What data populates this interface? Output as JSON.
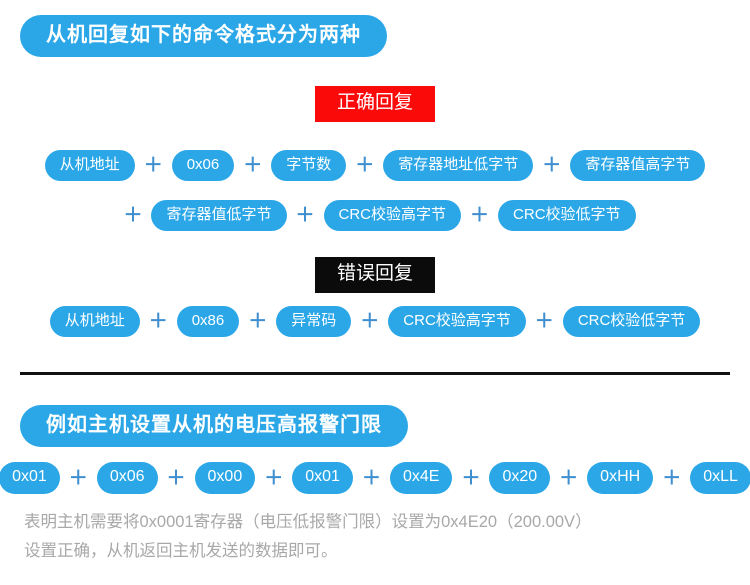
{
  "theme": {
    "accent_blue": "#2ba7e8",
    "ok_red": "#fb0a0a",
    "err_black": "#0b0b0b",
    "note_gray": "#a8a8a8",
    "plus_blue": "#3f8fd0",
    "background": "#ffffff"
  },
  "section_reply": {
    "heading": "从机回复如下的命令格式分为两种",
    "ok_banner": "正确回复",
    "err_banner": "错误回复",
    "ok_row1": [
      "从机地址",
      "0x06",
      "字节数",
      "寄存器地址低字节",
      "寄存器值高字节"
    ],
    "ok_row2": [
      "寄存器值低字节",
      "CRC校验高字节",
      "CRC校验低字节"
    ],
    "err_row": [
      "从机地址",
      "0x86",
      "异常码",
      "CRC校验高字节",
      "CRC校验低字节"
    ],
    "separator": "＋"
  },
  "section_example": {
    "heading": "例如主机设置从机的电压高报警门限",
    "frame_bytes": [
      "0x01",
      "0x06",
      "0x00",
      "0x01",
      "0x4E",
      "0x20",
      "0xHH",
      "0xLL"
    ],
    "separator": "＋",
    "note_line1": "表明主机需要将0x0001寄存器（电压低报警门限）设置为0x4E20（200.00V）",
    "note_line2": "设置正确，从机返回主机发送的数据即可。"
  }
}
